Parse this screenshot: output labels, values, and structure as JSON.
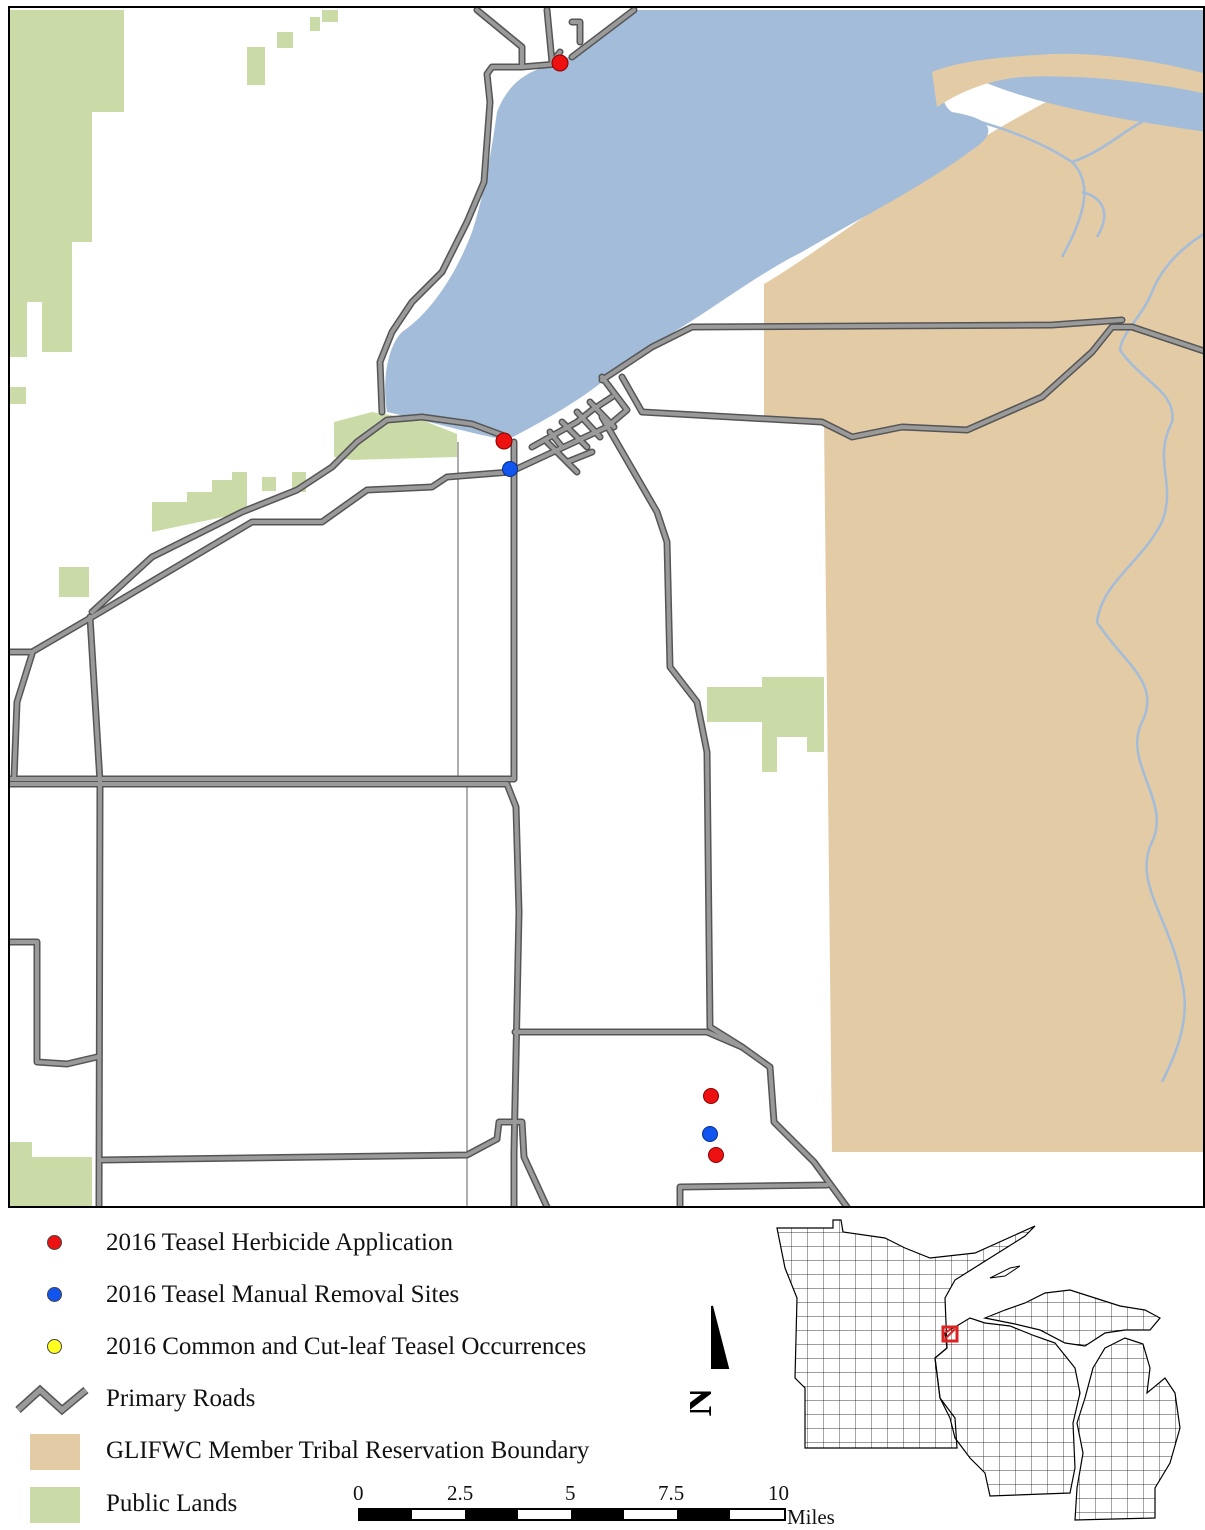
{
  "colors": {
    "water": "#a3bcd9",
    "reservation": "#e3cba6",
    "public_lands": "#cbdba8",
    "road_fill": "#9a9a9a",
    "road_outline": "#555555",
    "herbicide": "#ee1111",
    "manual_removal": "#1155ee",
    "occurrence": "#ffff22",
    "inset_highlight": "#dd2222"
  },
  "legend": [
    {
      "key": "herbicide",
      "label": "2016 Teasel Herbicide Application",
      "symbol": "red-dot"
    },
    {
      "key": "manual",
      "label": "2016 Teasel Manual Removal Sites",
      "symbol": "blue-dot"
    },
    {
      "key": "occurrence",
      "label": "2016 Common and Cut-leaf Teasel Occurrences",
      "symbol": "yellow-dot"
    },
    {
      "key": "roads",
      "label": "Primary Roads",
      "symbol": "road-line"
    },
    {
      "key": "reservation",
      "label": "GLIFWC Member Tribal Reservation Boundary",
      "symbol": "tan-patch"
    },
    {
      "key": "public",
      "label": "Public Lands",
      "symbol": "green-patch"
    }
  ],
  "scale_bar": {
    "ticks": [
      "0",
      "2.5",
      "5",
      "7.5",
      "10"
    ],
    "unit": "Miles"
  },
  "north_arrow": {
    "letter": "N",
    "icon": "north-arrow-icon"
  },
  "inset": {
    "icon": "minnesota-michigan-wisconsin-locator-icon"
  }
}
